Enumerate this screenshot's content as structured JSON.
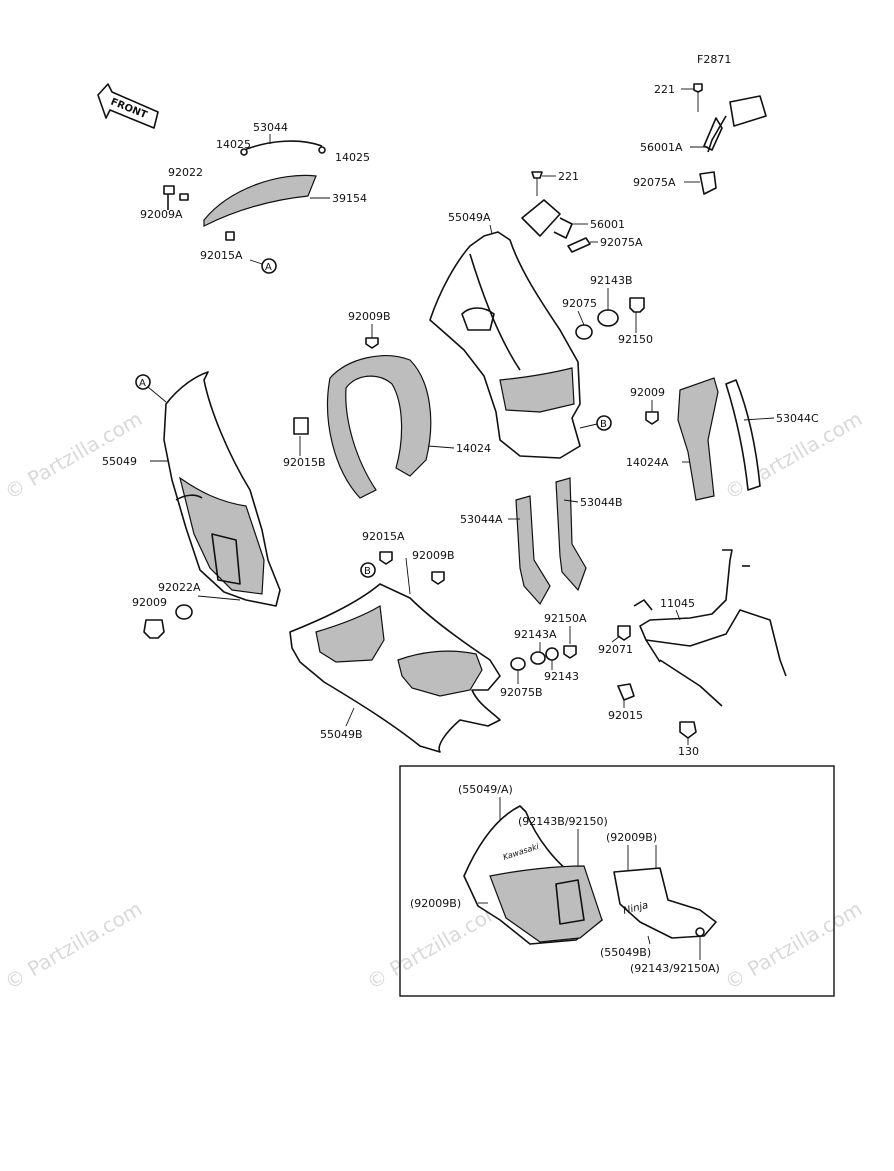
{
  "figure_code": "F2871",
  "front_label": "FRONT",
  "watermark": "© Partzilla.com",
  "callouts": {
    "A": "A",
    "B": "B"
  },
  "labels": {
    "p221_top": "221",
    "p56001A": "56001A",
    "p92075A_top": "92075A",
    "p53044": "53044",
    "p14025_left": "14025",
    "p14025_right": "14025",
    "p92022": "92022",
    "p92009A": "92009A",
    "p39154": "39154",
    "p92015A_top": "92015A",
    "p221_mid": "221",
    "p55049A": "55049A",
    "p56001": "56001",
    "p92075A_mid": "92075A",
    "p92143B": "92143B",
    "p92075": "92075",
    "p92150": "92150",
    "p92009B_top": "92009B",
    "p92009_right": "92009",
    "p53044C": "53044C",
    "p14024": "14024",
    "p14024A": "14024A",
    "p92015B": "92015B",
    "p55049": "55049",
    "p53044B": "53044B",
    "p53044A": "53044A",
    "p92015A_mid": "92015A",
    "p92009B_mid": "92009B",
    "p92022A": "92022A",
    "p92009_left": "92009",
    "p11045": "11045",
    "p92150A": "92150A",
    "p92143A": "92143A",
    "p92071": "92071",
    "p92143": "92143",
    "p92075B": "92075B",
    "p92015": "92015",
    "p55049B": "55049B",
    "p130": "130"
  },
  "inset": {
    "l55049A": "(55049/A)",
    "l92143B92150": "(92143B/92150)",
    "l92009B_r": "(92009B)",
    "l92009B_l": "(92009B)",
    "l55049B": "(55049B)",
    "l92143_92150A": "(92143/92150A)",
    "brand_upper": "Kawasaki",
    "brand_lower": "Ninja"
  }
}
